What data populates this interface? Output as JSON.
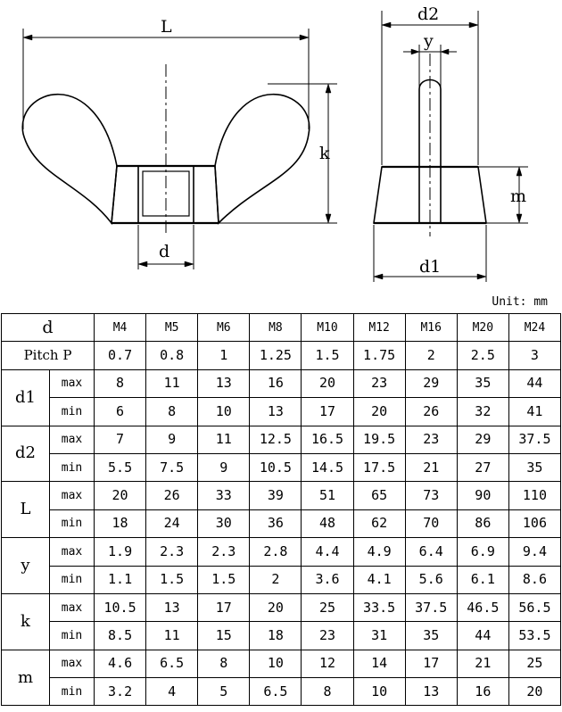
{
  "drawing": {
    "labels": {
      "L": "L",
      "k": "k",
      "d": "d",
      "d2": "d2",
      "y": "y",
      "m": "m",
      "d1": "d1"
    }
  },
  "unit_text": "Unit: mm",
  "table": {
    "d_label": "d",
    "sizes": [
      "M4",
      "M5",
      "M6",
      "M8",
      "M10",
      "M12",
      "M16",
      "M20",
      "M24"
    ],
    "pitch_label": "Pitch P",
    "pitch": [
      "0.7",
      "0.8",
      "1",
      "1.25",
      "1.5",
      "1.75",
      "2",
      "2.5",
      "3"
    ],
    "groups": [
      {
        "name": "d1",
        "rows": [
          {
            "sub": "max",
            "values": [
              "8",
              "11",
              "13",
              "16",
              "20",
              "23",
              "29",
              "35",
              "44"
            ]
          },
          {
            "sub": "min",
            "values": [
              "6",
              "8",
              "10",
              "13",
              "17",
              "20",
              "26",
              "32",
              "41"
            ]
          }
        ]
      },
      {
        "name": "d2",
        "rows": [
          {
            "sub": "max",
            "values": [
              "7",
              "9",
              "11",
              "12.5",
              "16.5",
              "19.5",
              "23",
              "29",
              "37.5"
            ]
          },
          {
            "sub": "min",
            "values": [
              "5.5",
              "7.5",
              "9",
              "10.5",
              "14.5",
              "17.5",
              "21",
              "27",
              "35"
            ]
          }
        ]
      },
      {
        "name": "L",
        "rows": [
          {
            "sub": "max",
            "values": [
              "20",
              "26",
              "33",
              "39",
              "51",
              "65",
              "73",
              "90",
              "110"
            ]
          },
          {
            "sub": "min",
            "values": [
              "18",
              "24",
              "30",
              "36",
              "48",
              "62",
              "70",
              "86",
              "106"
            ]
          }
        ]
      },
      {
        "name": "y",
        "rows": [
          {
            "sub": "max",
            "values": [
              "1.9",
              "2.3",
              "2.3",
              "2.8",
              "4.4",
              "4.9",
              "6.4",
              "6.9",
              "9.4"
            ]
          },
          {
            "sub": "min",
            "values": [
              "1.1",
              "1.5",
              "1.5",
              "2",
              "3.6",
              "4.1",
              "5.6",
              "6.1",
              "8.6"
            ]
          }
        ]
      },
      {
        "name": "k",
        "rows": [
          {
            "sub": "max",
            "values": [
              "10.5",
              "13",
              "17",
              "20",
              "25",
              "33.5",
              "37.5",
              "46.5",
              "56.5"
            ]
          },
          {
            "sub": "min",
            "values": [
              "8.5",
              "11",
              "15",
              "18",
              "23",
              "31",
              "35",
              "44",
              "53.5"
            ]
          }
        ]
      },
      {
        "name": "m",
        "rows": [
          {
            "sub": "max",
            "values": [
              "4.6",
              "6.5",
              "8",
              "10",
              "12",
              "14",
              "17",
              "21",
              "25"
            ]
          },
          {
            "sub": "min",
            "values": [
              "3.2",
              "4",
              "5",
              "6.5",
              "8",
              "10",
              "13",
              "16",
              "20"
            ]
          }
        ]
      }
    ]
  }
}
